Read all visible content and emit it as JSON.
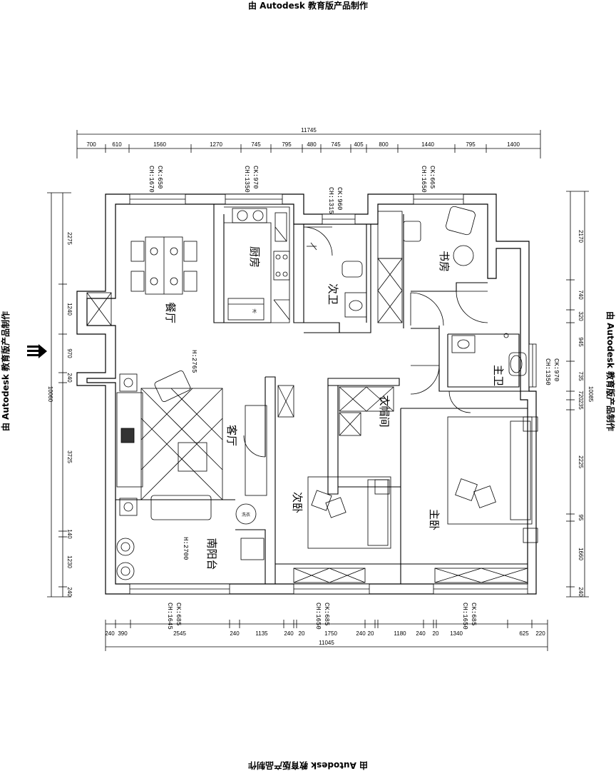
{
  "watermark": {
    "top": "由 Autodesk 教育版产品制作",
    "bottom": "由 Autodesk 教育版产品制作",
    "left": "由 Autodesk 教育版产品制作",
    "right": "由 Autodesk 教育版产品制作"
  },
  "rooms": {
    "kitchen": "厨房",
    "dining": "餐厅",
    "second_bath": "次卫",
    "study": "书房",
    "master_bath": "主卫",
    "closet": "衣帽间",
    "living": "客厅",
    "second_bed": "次卧",
    "master_bed": "主卧",
    "south_balcony": "南阳台"
  },
  "heights": {
    "living": "H:2765",
    "balcony": "H:2700"
  },
  "dims_top": {
    "total": "11745",
    "segments": [
      "700",
      "610",
      "1560",
      "1270",
      "745",
      "795",
      "480",
      "745",
      "405",
      "800",
      "1440",
      "795",
      "1400"
    ]
  },
  "dims_bottom": {
    "total": "11045",
    "segments": [
      "240",
      "390",
      "2545",
      "240",
      "1135",
      "240",
      "20",
      "1750",
      "240",
      "20",
      "1180",
      "240",
      "20",
      "1340",
      "625",
      "220"
    ]
  },
  "dims_left": {
    "total": "10060",
    "segments": [
      "2275",
      "1240",
      "970",
      "240",
      "3725",
      "140",
      "1230",
      "240"
    ]
  },
  "dims_right": {
    "total": "10085",
    "segments": [
      "2170",
      "740",
      "320",
      "945",
      "735",
      "720",
      "235",
      "2225",
      "95",
      "1660",
      "240"
    ]
  },
  "window_notes": {
    "top_dining": [
      "CK:650",
      "CH:1670"
    ],
    "top_kitchen": [
      "CK:970",
      "CH:1350"
    ],
    "top_bath": [
      "CK:960",
      "CH:1315"
    ],
    "top_study": [
      "CK:665",
      "CH:1650"
    ],
    "right_master_bath": [
      "CK:970",
      "CH:1350"
    ],
    "bottom_balcony": [
      "CK:685",
      "CH:1645"
    ],
    "bottom_second_bed": [
      "CK:685",
      "CH:1650"
    ],
    "bottom_master_bed": [
      "CK:685",
      "CH:1650"
    ]
  },
  "fixture_labels": {
    "fridge": "冰",
    "washer": "洗衣"
  }
}
